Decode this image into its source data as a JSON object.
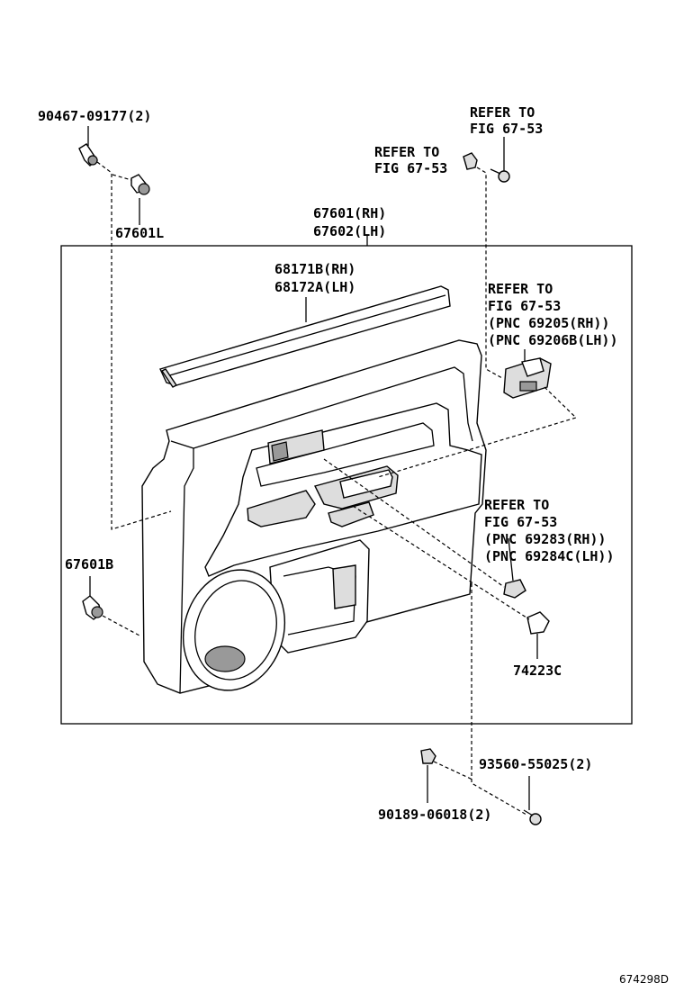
{
  "labels": {
    "clip_top": "90467-09177(2)",
    "clip_l": "67601L",
    "refer_top_a": "REFER TO",
    "refer_top_b": "FIG 67-53",
    "refer_mid_a": "REFER TO",
    "refer_mid_b": "FIG 67-53",
    "panel_rh": "67601(RH)",
    "panel_lh": "67602(LH)",
    "weather_rh": "68171B(RH)",
    "weather_lh": "68172A(LH)",
    "switch_ref_1": "REFER TO",
    "switch_ref_2": "FIG 67-53",
    "switch_ref_3": "(PNC 69205(RH))",
    "switch_ref_4": "(PNC 69206B(LH))",
    "handle_ref_1": "REFER TO",
    "handle_ref_2": "FIG 67-53",
    "handle_ref_3": "(PNC 69283(RH))",
    "handle_ref_4": "(PNC 69284C(LH))",
    "clip_b": "67601B",
    "cap": "74223C",
    "screw": "93560-55025(2)",
    "nut": "90189-06018(2)",
    "figure_id": "674298D"
  }
}
